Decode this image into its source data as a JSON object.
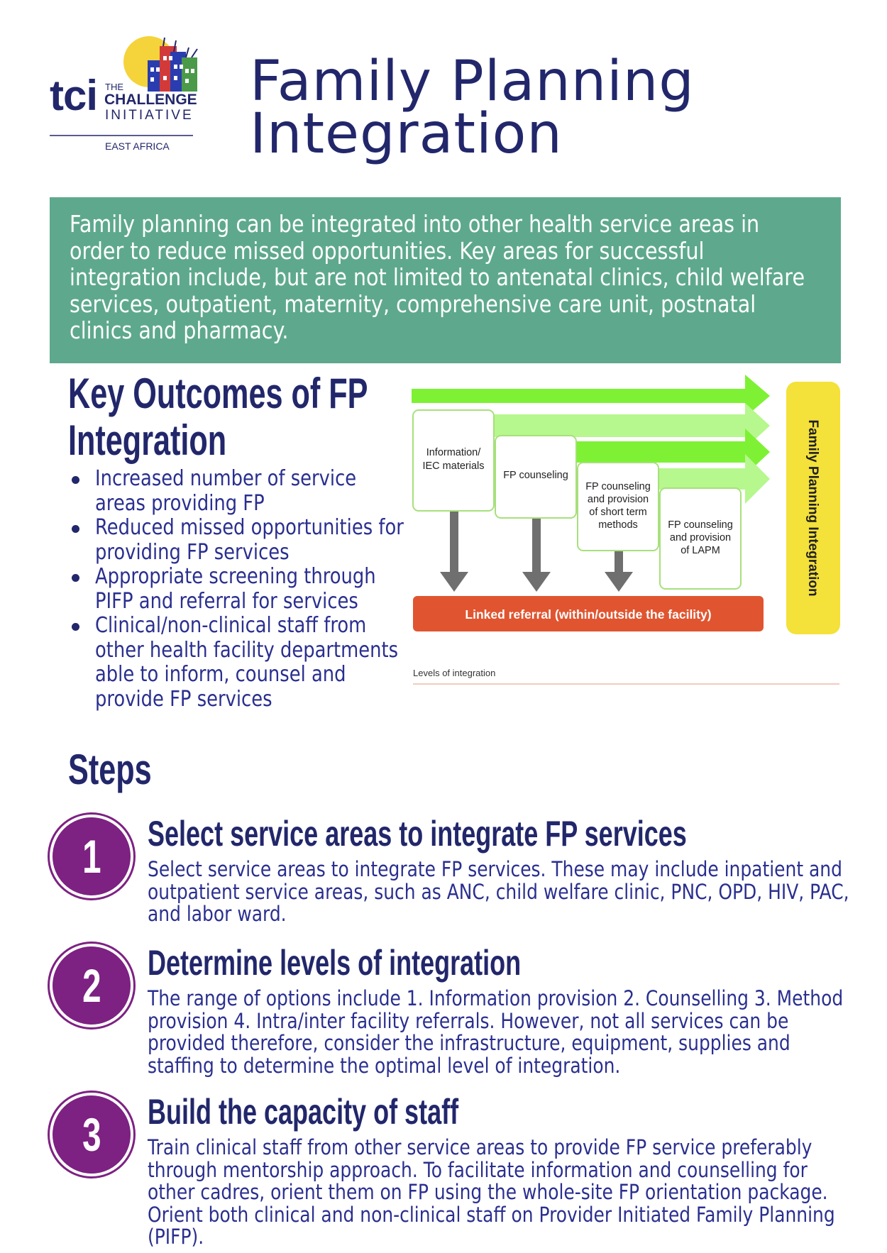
{
  "logo": {
    "the": "THE",
    "tci": "tci",
    "challenge": "CHALLENGE",
    "initiative": "INITIATIVE",
    "region": "EAST AFRICA"
  },
  "title": {
    "line1": "Family Planning",
    "line2": "Integration"
  },
  "intro": "Family planning can be integrated into other health service areas in order to reduce missed opportunities. Key areas for successful integration include, but are not limited to antenatal clinics, child welfare services, outpatient, maternity, comprehensive care unit, postnatal clinics and pharmacy.",
  "key_outcomes": {
    "title_line1": "Key Outcomes of FP",
    "title_line2": "Integration",
    "items": [
      "Increased number of service areas providing FP",
      "Reduced missed opportunities for providing FP services",
      "Appropriate screening through PIFP and referral for services",
      "Clinical/non-clinical staff from other health facility departments able to inform, counsel and provide FP services"
    ]
  },
  "diagram": {
    "levels": [
      [
        "Information/",
        "IEC materials"
      ],
      [
        "FP counseling"
      ],
      [
        "FP counseling",
        "and provision",
        "of short term",
        "methods"
      ],
      [
        "FP counseling",
        "and provision",
        "of LAPM"
      ]
    ],
    "referral_label": "Linked referral (within/outside the facility)",
    "side_label": "Family Planning Integration",
    "caption": "Levels of integration",
    "colors": {
      "arrow_green": "#7ef135",
      "arrow_light": "#b6f78e",
      "down_arrow": "#6f6f6f",
      "referral_bar": "#e05530",
      "side_bar": "#f4e13a",
      "box_border": "#a7e07c"
    }
  },
  "steps": {
    "title": "Steps",
    "items": [
      {
        "number": "1",
        "heading": "Select service areas to integrate FP services",
        "body": "Select service areas to integrate FP services. These may include inpatient and outpatient service areas, such as ANC, child welfare clinic, PNC, OPD, HIV, PAC, and labor ward."
      },
      {
        "number": "2",
        "heading": "Determine levels of integration",
        "body": "The range of options include 1. Information provision 2. Counselling 3. Method provision 4. Intra/inter facility referrals. However, not all services can be provided therefore, consider the infrastructure, equipment, supplies and staffing to determine the optimal level of integration."
      },
      {
        "number": "3",
        "heading": "Build the capacity of staff",
        "body": "Train clinical staff from other service areas to provide FP service preferably through mentorship approach. To facilitate information and counselling for other cadres, orient them on FP using the whole-site FP orientation package. Orient both clinical and non-clinical staff on Provider Initiated Family Planning (PIFP)."
      }
    ]
  },
  "colors": {
    "navy": "#22276b",
    "teal_band": "#5ea98d",
    "purple": "#7d2182"
  }
}
